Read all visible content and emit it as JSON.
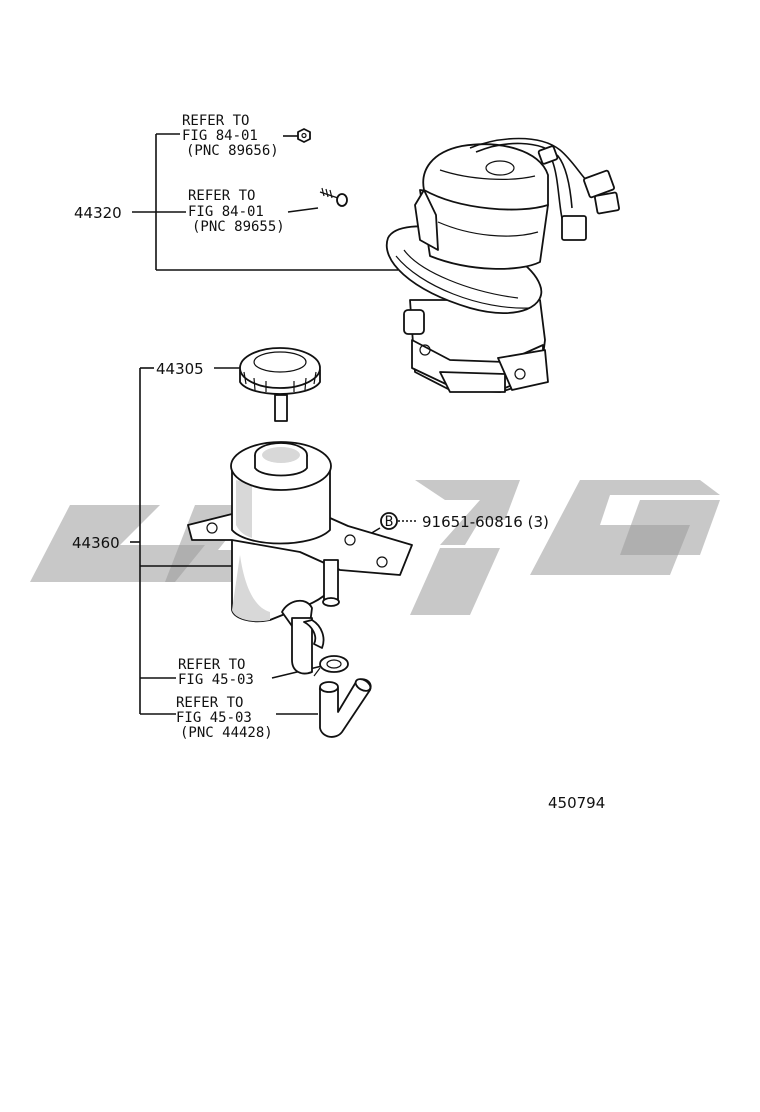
{
  "callouts": {
    "p44320": "44320",
    "p44305": "44305",
    "p44360": "44360",
    "p91651": "91651-60816 (3)",
    "bolt_marker": "B"
  },
  "refs": {
    "ref1": {
      "line1": "REFER TO",
      "line2": "FIG 84-01",
      "line3": "(PNC 89656)"
    },
    "ref2": {
      "line1": "REFER TO",
      "line2": "FIG 84-01",
      "line3": "(PNC 89655)"
    },
    "ref3": {
      "line1": "REFER TO",
      "line2": "FIG 45-03"
    },
    "ref4": {
      "line1": "REFER TO",
      "line2": "FIG 45-03",
      "line3": "(PNC 44428)"
    }
  },
  "diagram_id": "450794",
  "colors": {
    "ink": "#111111",
    "watermark": "#9a9a9a"
  }
}
